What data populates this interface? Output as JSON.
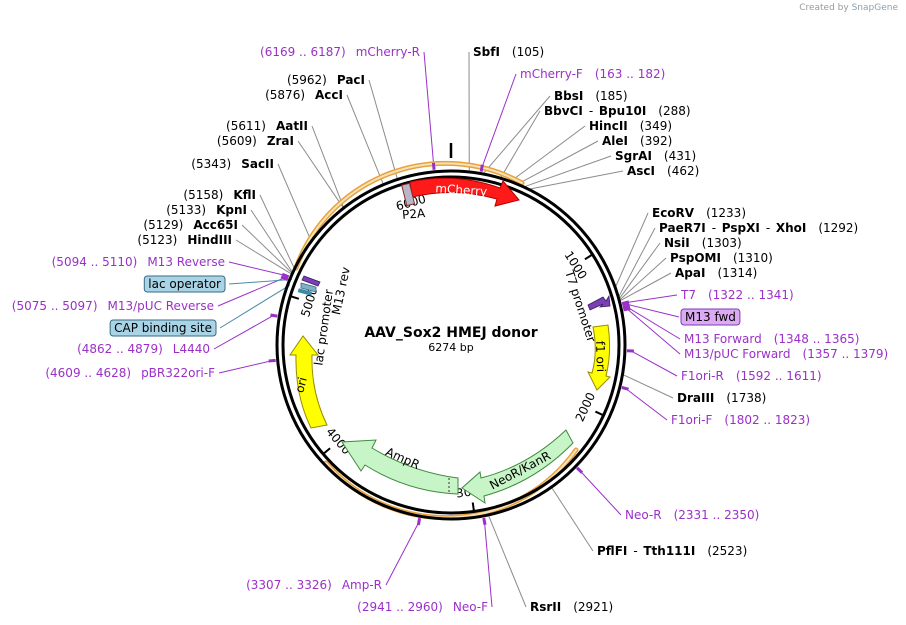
{
  "header": {
    "credit_prefix": "Created by",
    "credit_brand": "SnapGene"
  },
  "plasmid": {
    "name": "AAV_Sox2 HMEJ donor",
    "length_label": "6274 bp",
    "length": 6274
  },
  "colors": {
    "primer": "#9b30c8",
    "backbone": "#000000",
    "leader": "#8c8c8c",
    "mcherry": "#ff1a1a",
    "ori": "#ffff00",
    "resistance": "#c8f5c8",
    "homology_arc": "#e8a23c",
    "box_blue": "#a8d4e6",
    "box_purple": "#dcaaf2"
  },
  "ticks": [
    {
      "bp": 1000,
      "label": "1000"
    },
    {
      "bp": 2000,
      "label": "2000"
    },
    {
      "bp": 3000,
      "label": "3000"
    },
    {
      "bp": 4000,
      "label": "4000"
    },
    {
      "bp": 5000,
      "label": "5000"
    },
    {
      "bp": 6000,
      "label": "6000"
    }
  ],
  "enzymes": [
    {
      "bp": 105,
      "name": "SbfI",
      "pos": "(105)"
    },
    {
      "bp": 185,
      "name": "BbsI",
      "pos": "(185)"
    },
    {
      "bp": 288,
      "name": "BbvCI",
      "name2": "Bpu10I",
      "pos": "(288)"
    },
    {
      "bp": 349,
      "name": "HincII",
      "pos": "(349)"
    },
    {
      "bp": 392,
      "name": "AleI",
      "pos": "(392)"
    },
    {
      "bp": 431,
      "name": "SgrAI",
      "pos": "(431)"
    },
    {
      "bp": 462,
      "name": "AscI",
      "pos": "(462)"
    },
    {
      "bp": 1233,
      "name": "EcoRV",
      "pos": "(1233)"
    },
    {
      "bp": 1292,
      "name": "PaeR7I",
      "name2": "PspXI",
      "name3": "XhoI",
      "pos": "(1292)"
    },
    {
      "bp": 1303,
      "name": "NsiI",
      "pos": "(1303)"
    },
    {
      "bp": 1310,
      "name": "PspOMI",
      "pos": "(1310)"
    },
    {
      "bp": 1314,
      "name": "ApaI",
      "pos": "(1314)"
    },
    {
      "bp": 1738,
      "name": "DraIII",
      "pos": "(1738)"
    },
    {
      "bp": 2523,
      "name": "PflFI",
      "name2": "Tth111I",
      "pos": "(2523)"
    },
    {
      "bp": 2921,
      "name": "RsrII",
      "pos": "(2921)"
    },
    {
      "bp": 5962,
      "name": "PacI",
      "pos": "(5962)"
    },
    {
      "bp": 5876,
      "name": "AccI",
      "pos": "(5876)"
    },
    {
      "bp": 5611,
      "name": "AatII",
      "pos": "(5611)"
    },
    {
      "bp": 5609,
      "name": "ZraI",
      "pos": "(5609)"
    },
    {
      "bp": 5343,
      "name": "SacII",
      "pos": "(5343)"
    },
    {
      "bp": 5158,
      "name": "KflI",
      "pos": "(5158)"
    },
    {
      "bp": 5133,
      "name": "KpnI",
      "pos": "(5133)"
    },
    {
      "bp": 5129,
      "name": "Acc65I",
      "pos": "(5129)"
    },
    {
      "bp": 5123,
      "name": "HindIII",
      "pos": "(5123)"
    }
  ],
  "primers": [
    {
      "bp": 6178,
      "name": "mCherry-R",
      "range": "(6169 .. 6187)"
    },
    {
      "bp": 172,
      "name": "mCherry-F",
      "range": "(163 .. 182)"
    },
    {
      "bp": 1331,
      "name": "T7",
      "range": "(1322 .. 1341)"
    },
    {
      "bp": 1340,
      "name": "M13 fwd",
      "range": ""
    },
    {
      "bp": 1356,
      "name": "M13 Forward",
      "range": "(1348 .. 1365)"
    },
    {
      "bp": 1368,
      "name": "M13/pUC Forward",
      "range": "(1357 .. 1379)"
    },
    {
      "bp": 1601,
      "name": "F1ori-R",
      "range": "(1592 .. 1611)"
    },
    {
      "bp": 1812,
      "name": "F1ori-F",
      "range": "(1802 .. 1823)"
    },
    {
      "bp": 2340,
      "name": "Neo-R",
      "range": "(2331 .. 2350)"
    },
    {
      "bp": 2950,
      "name": "Neo-F",
      "range": "(2941 .. 2960)"
    },
    {
      "bp": 3316,
      "name": "Amp-R",
      "range": "(3307 .. 3326)"
    },
    {
      "bp": 5102,
      "name": "M13 Reverse",
      "range": "(5094 .. 5110)"
    },
    {
      "bp": 5086,
      "name": "M13/pUC Reverse",
      "range": "(5075 .. 5097)"
    },
    {
      "bp": 4870,
      "name": "L4440",
      "range": "(4862 .. 4879)"
    },
    {
      "bp": 4618,
      "name": "pBR322ori-F",
      "range": "(4609 .. 4628)"
    }
  ],
  "boxed_labels": [
    {
      "text": "lac operator"
    },
    {
      "text": "CAP binding site"
    }
  ],
  "features": {
    "mcherry": "mCherry",
    "p2a": "P2A",
    "t7_promoter": "T7 promoter",
    "f1_ori": "f1 ori",
    "neor": "NeoR/KanR",
    "ampr": "AmpR",
    "ori": "ori",
    "lac_promoter": "lac promoter",
    "m13_rev": "M13 rev"
  }
}
